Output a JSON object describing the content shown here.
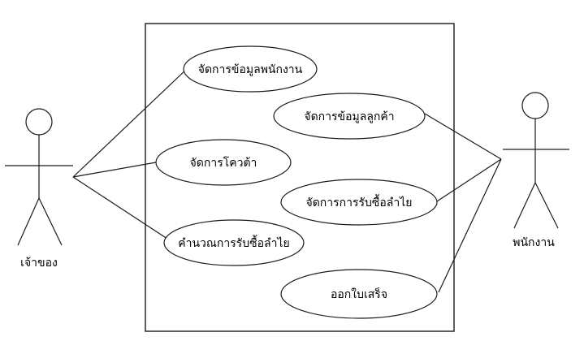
{
  "actors": {
    "owner": "เจ้าของ",
    "employee": "พนักงาน"
  },
  "use_cases": {
    "manage_employee_data": "จัดการข้อมูลพนักงาน",
    "manage_customer_data": "จัดการข้อมูลลูกค้า",
    "manage_quota": "จัดการโควต้า",
    "manage_longan_purchase": "จัดการการรับซื้อลำไย",
    "calculate_longan_purchase": "คำนวณการรับซื้อลำไย",
    "issue_receipt": "ออกใบเสร็จ"
  }
}
